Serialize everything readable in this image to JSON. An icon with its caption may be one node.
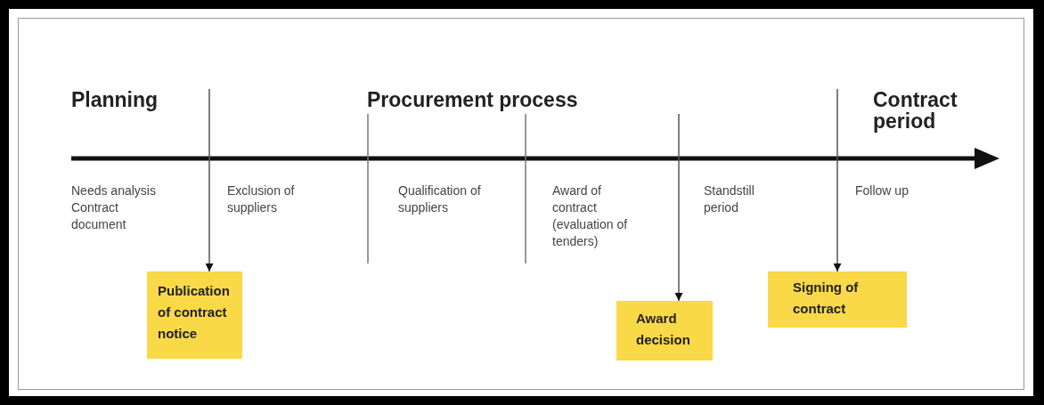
{
  "diagram": {
    "nodes": [
      {
        "text": [
          "Publication of contract notice"
        ]
      },
      {
        "text": [
          "Award decision"
        ]
      },
      {
        "text": [
          "Signing of contract"
        ]
      }
    ],
    "edges": [
      {
        "from": null,
        "to": 0,
        "arrow": "to"
      },
      {
        "from": null,
        "to": 1,
        "arrow": "to"
      },
      {
        "from": null,
        "to": 2,
        "arrow": "to"
      }
    ],
    "labels": [
      "Planning",
      "Procurement process",
      "Contract period",
      "Needs analysis",
      "Contract document",
      "Exclusion of suppliers",
      "Qualification of suppliers",
      "Award of contract (evaluation of tenders)",
      "Standstill period",
      "Follow up"
    ]
  }
}
